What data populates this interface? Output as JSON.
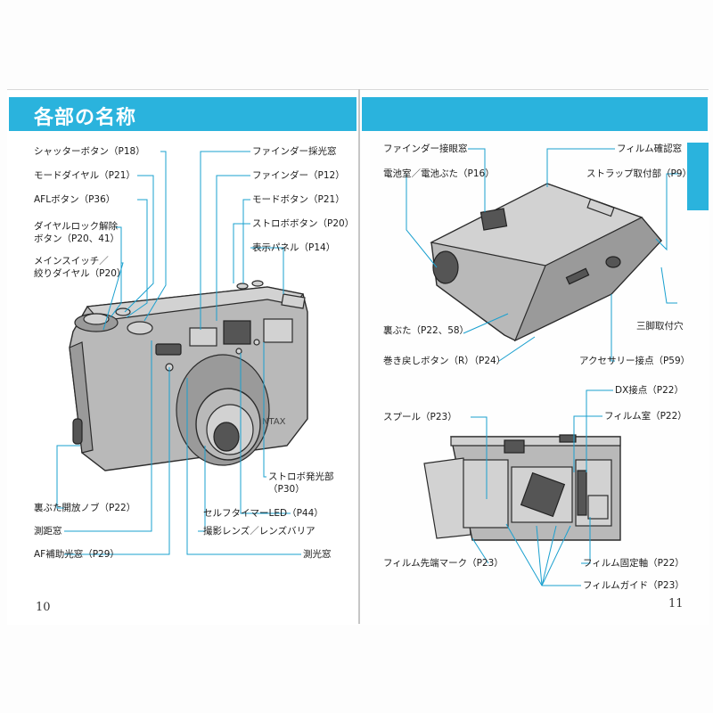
{
  "title": "各部の名称",
  "page_left": "10",
  "page_right": "11",
  "left_labels": {
    "shutter": "シャッターボタン（P18）",
    "mode_dial": "モードダイヤル（P21）",
    "afl": "AFLボタン（P36）",
    "dial_lock_1": "ダイヤルロック解除",
    "dial_lock_2": "ボタン（P20、41）",
    "main_switch_1": "メインスイッチ／",
    "main_switch_2": "絞りダイヤル（P20）",
    "finder_light": "ファインダー採光窓",
    "finder": "ファインダー（P12）",
    "mode_button": "モードボタン（P21）",
    "strobe_button": "ストロボボタン（P20）",
    "display": "表示パネル（P14）",
    "back_open": "裏ぶた開放ノブ（P22）",
    "range": "測距窓",
    "af_assist": "AF補助光窓（P29）",
    "strobe_window_1": "ストロボ発光部",
    "strobe_window_2": "（P30）",
    "selftimer": "セルフタイマーLED（P44）",
    "lens": "撮影レンズ／レンズバリア",
    "metering": "測光窓"
  },
  "right_labels": {
    "eyepiece": "ファインダー接眼窓",
    "battery": "電池室／電池ぶた（P16）",
    "film_window": "フィルム確認窓",
    "strap": "ストラップ取付部（P9）",
    "tripod": "三脚取付穴",
    "back_cover": "裏ぶた（P22、58）",
    "rewind": "巻き戻しボタン（R）（P24）",
    "accessory": "アクセサリー接点（P59）",
    "dx": "DX接点（P22）",
    "spool": "スプール（P23）",
    "film_chamber": "フィルム室（P22）",
    "film_leader": "フィルム先端マーク（P23）",
    "film_shaft": "フィルム固定軸（P22）",
    "film_guide": "フィルムガイド（P23）"
  },
  "camera_brand": "NTAX",
  "colors": {
    "accent": "#2ab3dd",
    "leader": "#1aa0cf"
  }
}
